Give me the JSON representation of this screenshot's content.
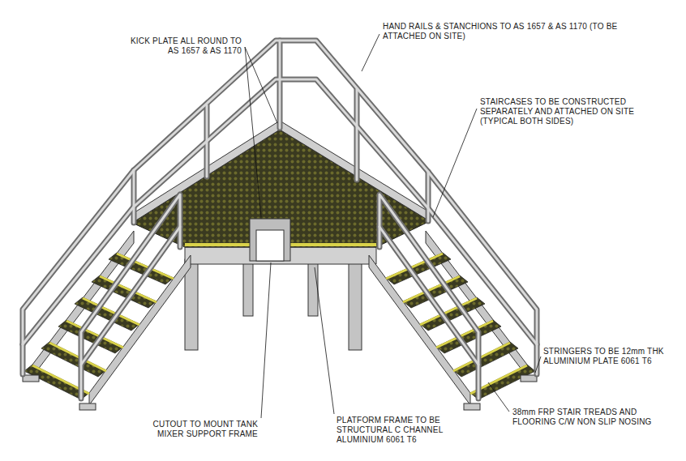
{
  "diagram": {
    "labels": [
      "HAND RAILS & STANCHIONS TO AS 1657 & AS 1170 (TO BE ATTACHED ON SITE)",
      "KICK PLATE ALL ROUND TO AS 1657 & AS 1170",
      "STAIRCASES TO BE CONSTRUCTED SEPARATELY AND ATTACHED ON SITE (TYPICAL BOTH SIDES)",
      "STRINGERS TO BE 12mm THK ALUMINIUM PLATE 6061 T6",
      "38mm FRP STAIR TREADS AND FLOORING C/W NON SLIP NOSING",
      "CUTOUT TO MOUNT TANK MIXER SUPPORT FRAME",
      "PLATFORM FRAME TO BE STRUCTURAL C CHANNEL ALUMINIUM 6061 T6"
    ]
  }
}
